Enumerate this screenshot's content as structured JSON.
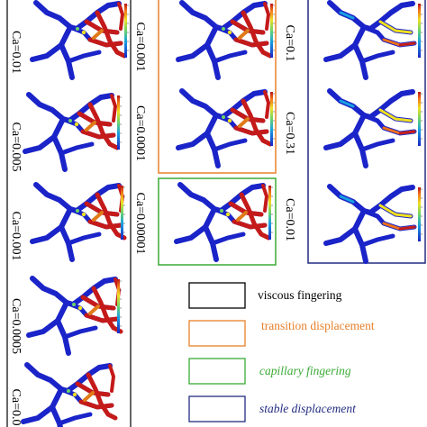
{
  "panel_labels": {
    "col1": [
      "Ca=0.01",
      "Ca=0.005",
      "Ca=0.001",
      "Ca=0.0005",
      "Ca=0.0"
    ],
    "col2": [
      "Ca=0.001",
      "Ca=0.0001",
      "Ca=0.00001"
    ],
    "col3": [
      "Ca=0.1",
      "Ca=0.31",
      "Ca=0.01"
    ]
  },
  "legend": [
    {
      "label": "viscous fingering",
      "color": "#000000"
    },
    {
      "label": "transition displacement",
      "color": "#e8802a"
    },
    {
      "label": "capillary fingering",
      "color": "#3aaa35"
    },
    {
      "label": "stable displacement",
      "color": "#222c80"
    }
  ],
  "colors": {
    "fluid_low": "#1a24c8",
    "fluid_high": "#c41a1a",
    "transition_box": "#e8802a",
    "capillary_box": "#3aaa35",
    "stable_box": "#222c80",
    "viscous_text": "#000000",
    "transition_text": "#e8802a",
    "capillary_text": "#3aaa35",
    "stable_text": "#222c80"
  }
}
